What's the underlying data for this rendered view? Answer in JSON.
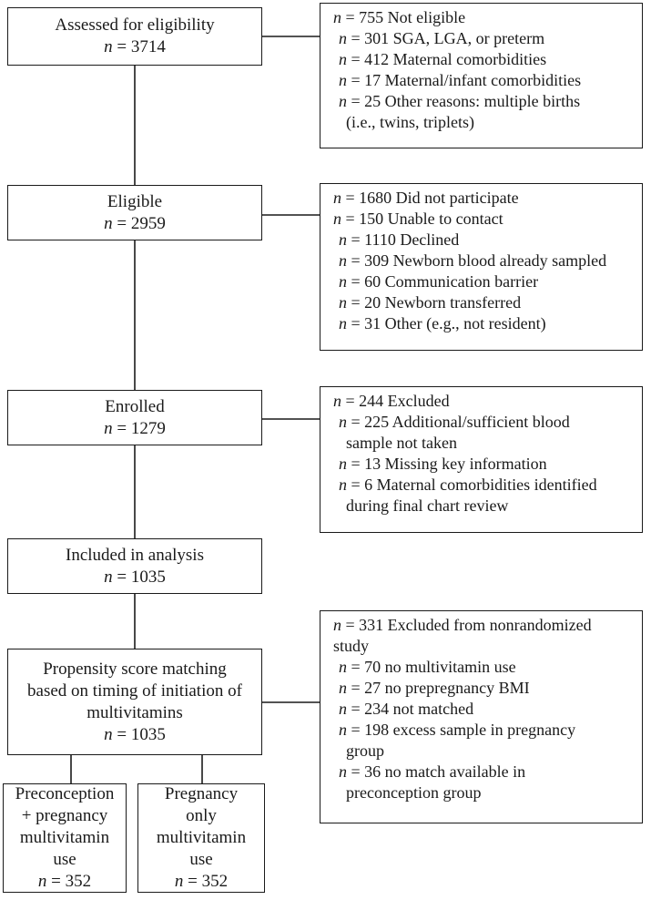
{
  "main_boxes": {
    "assessed": {
      "title": "Assessed for eligibility",
      "n": "n = 3714"
    },
    "eligible": {
      "title": "Eligible",
      "n": "n = 2959"
    },
    "enrolled": {
      "title": "Enrolled",
      "n": "n = 1279"
    },
    "included": {
      "title": "Included in analysis",
      "n": "n = 1035"
    },
    "propensity": {
      "line1": "Propensity score matching",
      "line2": "based on timing of initiation of",
      "line3": "multivitamins",
      "n": "n = 1035"
    },
    "preconception": {
      "line1": "Preconception",
      "line2": "+ pregnancy",
      "line3": "multivitamin",
      "line4": "use",
      "n": "n = 352"
    },
    "pregnancy_only": {
      "line1": "Pregnancy",
      "line2": "only",
      "line3": "multivitamin",
      "line4": "use",
      "n": "n = 352"
    }
  },
  "side_boxes": {
    "not_eligible": [
      "n = 755 Not eligible",
      "n = 301 SGA, LGA, or preterm",
      "n = 412 Maternal comorbidities",
      "n = 17 Maternal/infant comorbidities",
      "n = 25 Other reasons: multiple births",
      "(i.e., twins, triplets)"
    ],
    "did_not_participate": [
      "n = 1680 Did not participate",
      "n = 150 Unable to contact",
      "n = 1110 Declined",
      "n = 309 Newborn blood already sampled",
      "n = 60 Communication barrier",
      "n = 20 Newborn transferred",
      "n = 31 Other (e.g., not resident)"
    ],
    "excluded": [
      "n = 244 Excluded",
      "n = 225 Additional/sufficient blood",
      "sample not taken",
      "n = 13 Missing key information",
      "n = 6 Maternal comorbidities identified",
      "during final chart review"
    ],
    "excluded_nonrandomized": [
      "n = 331 Excluded from nonrandomized",
      "study",
      "n = 70 no multivitamin use",
      "n = 27 no prepregnancy BMI",
      "n = 234 not matched",
      "n = 198 excess sample in pregnancy",
      "group",
      "n = 36 no match available in",
      "preconception group"
    ]
  }
}
